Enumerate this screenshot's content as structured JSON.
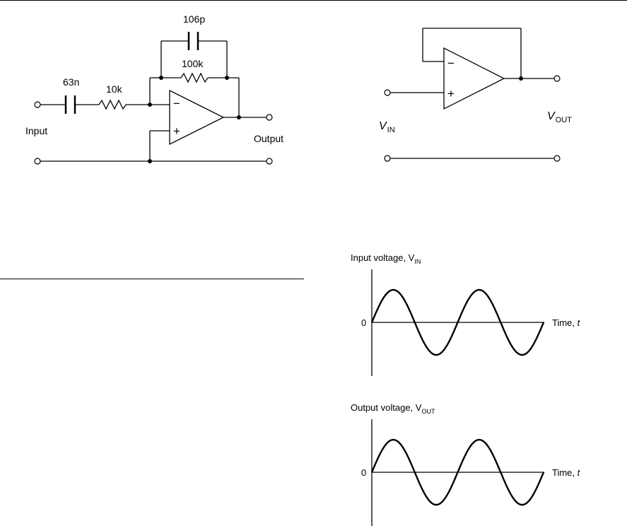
{
  "integrator_circuit": {
    "input_cap": "63n",
    "input_res": "10k",
    "feedback_cap": "106p",
    "feedback_res": "100k",
    "input_label": "Input",
    "output_label": "Output",
    "minus": "−",
    "plus": "+"
  },
  "follower_circuit": {
    "vin_main": "V",
    "vin_sub": "IN",
    "vout_main": "V",
    "vout_sub": "OUT",
    "minus": "−",
    "plus": "+"
  },
  "input_graph": {
    "title_prefix": "Input voltage, V",
    "title_sub": "IN",
    "zero": "0",
    "axis_prefix": "Time, ",
    "axis_var": "t"
  },
  "output_graph": {
    "title_prefix": "Output voltage, V",
    "title_sub": "OUT",
    "zero": "0",
    "axis_prefix": "Time, ",
    "axis_var": "t"
  }
}
